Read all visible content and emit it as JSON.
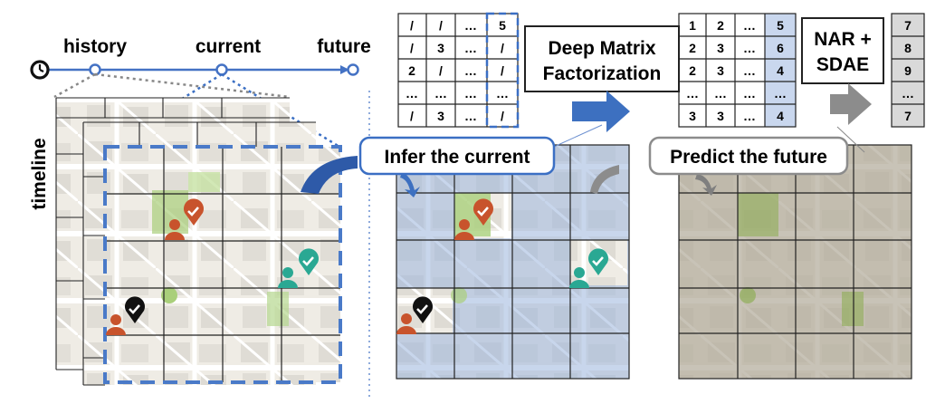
{
  "timeline": {
    "history_label": "history",
    "current_label": "current",
    "future_label": "future",
    "axis_label": "timeline"
  },
  "matrix_sparse": {
    "rows": [
      [
        "/",
        "/",
        "…",
        "5"
      ],
      [
        "/",
        "3",
        "…",
        "/"
      ],
      [
        "2",
        "/",
        "…",
        "/"
      ],
      [
        "…",
        "…",
        "…",
        "…"
      ],
      [
        "/",
        "3",
        "…",
        "/"
      ]
    ]
  },
  "matrix_filled": {
    "rows": [
      [
        "1",
        "2",
        "…",
        "5"
      ],
      [
        "2",
        "3",
        "…",
        "6"
      ],
      [
        "2",
        "3",
        "…",
        "4"
      ],
      [
        "…",
        "…",
        "…",
        "…"
      ],
      [
        "3",
        "3",
        "…",
        "4"
      ]
    ]
  },
  "prediction_column": {
    "values": [
      "7",
      "8",
      "9",
      "…",
      "7"
    ]
  },
  "steps": {
    "dmf_line1": "Deep Matrix",
    "dmf_line2": "Factorization",
    "nar_line1": "NAR +",
    "nar_line2": "SDAE"
  },
  "callouts": {
    "infer": "Infer the current",
    "predict": "Predict the future"
  },
  "colors": {
    "timeline_blue": "#4472c4",
    "dash_blue": "#4a7ac8",
    "arrow_blue": "#3d70c0",
    "arrow_gray": "#8c8c8c",
    "highlight_cell": "#c9d7ee",
    "map_bg": "#efece5",
    "blue_overlay": "#9bb5dc",
    "gray_overlay": "#b0a999",
    "pin_red": "#c8532c",
    "pin_teal": "#2aa893",
    "pin_black": "#111111",
    "park_green": "#a9cf7a"
  }
}
